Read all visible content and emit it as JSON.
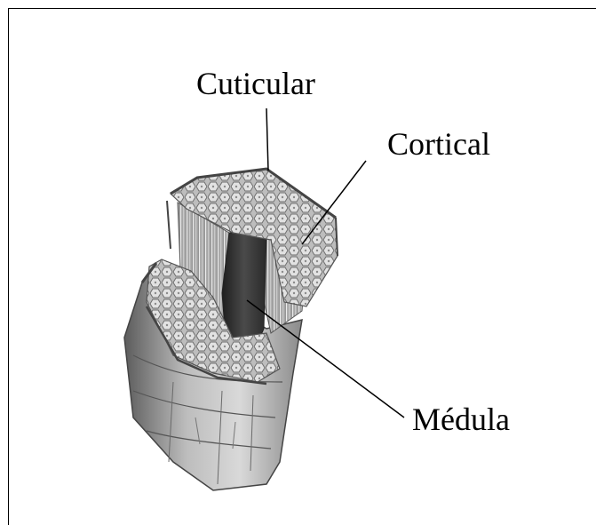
{
  "diagram": {
    "labels": {
      "cuticular": "Cuticular",
      "cortical": "Cortical",
      "medula": "Médula"
    }
  }
}
